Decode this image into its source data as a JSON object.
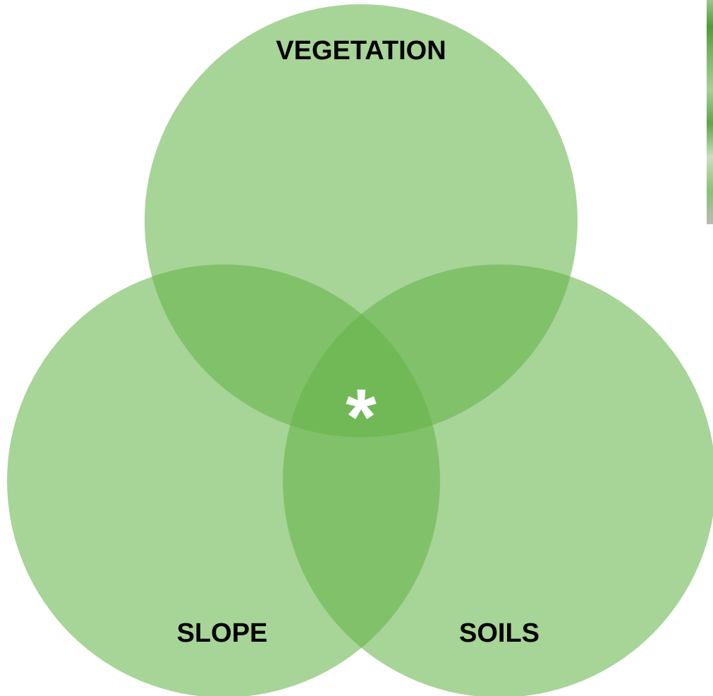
{
  "venn": {
    "sets": [
      {
        "id": "vegetation",
        "label": "VEGETATION"
      },
      {
        "id": "slope",
        "label": "SLOPE"
      },
      {
        "id": "soils",
        "label": "SOILS"
      }
    ],
    "intersection_mark": "*",
    "fill_color": "#64b348"
  }
}
